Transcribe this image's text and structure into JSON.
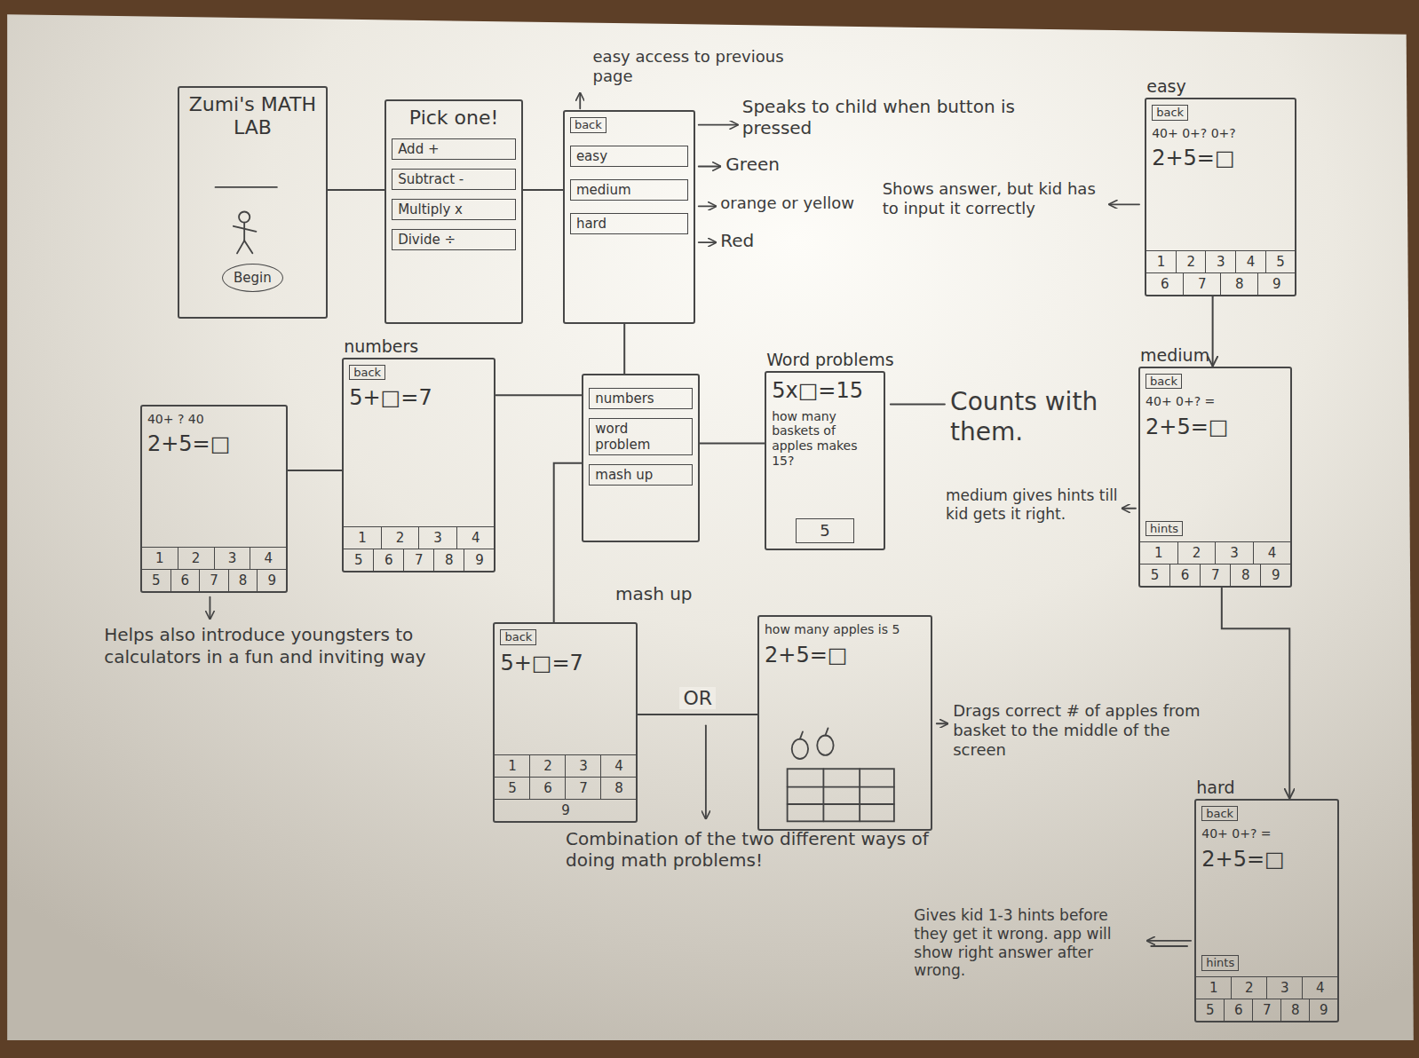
{
  "diagram": {
    "nodes": [
      {
        "text": [
          "Zumi's MATH LAB",
          "Begin"
        ]
      },
      {
        "text": [
          "Pick one!",
          "Add +",
          "Subtract -",
          "Multiply x",
          "Divide ÷"
        ]
      },
      {
        "text": [
          "back",
          "easy",
          "medium",
          "hard"
        ]
      },
      {
        "text": [
          "easy",
          "back",
          "40+ 0+? 0+?",
          "2+5=□",
          "1",
          "2",
          "3",
          "4",
          "5",
          "6",
          "7",
          "8",
          "9"
        ]
      },
      {
        "text": [
          "40+ ? 40",
          "2+5=□",
          "1",
          "2",
          "3",
          "4",
          "5",
          "6",
          "7",
          "8",
          "9"
        ]
      },
      {
        "text": [
          "numbers",
          "back",
          "5+□=7",
          "1",
          "2",
          "3",
          "4",
          "5",
          "6",
          "7",
          "8",
          "9"
        ]
      },
      {
        "text": [
          "numbers",
          "word problem",
          "mash up"
        ]
      },
      {
        "text": [
          "Word problems",
          "5x□=15",
          "how many baskets of apples makes 15?",
          "5"
        ]
      },
      {
        "text": [
          "medium",
          "back",
          "40+ 0+? =",
          "2+5=□",
          "hints",
          "1",
          "2",
          "3",
          "4",
          "5",
          "6",
          "7",
          "8",
          "9"
        ]
      },
      {
        "text": [
          "back",
          "5+□=7",
          "1",
          "2",
          "3",
          "4",
          "5",
          "6",
          "7",
          "8",
          "9"
        ]
      },
      {
        "text": [
          "how many apples is 5",
          "2+5=□"
        ]
      },
      {
        "text": [
          "hard",
          "back",
          "40+ 0+? =",
          "2+5=□",
          "hints",
          "1",
          "2",
          "3",
          "4",
          "5",
          "6",
          "7",
          "8",
          "9"
        ]
      }
    ],
    "edges": [
      {
        "from": 0,
        "to": 1,
        "arrow": "none"
      },
      {
        "from": 1,
        "to": 2,
        "arrow": "none"
      },
      {
        "from": 2,
        "to": 6,
        "arrow": "none"
      },
      {
        "from": 6,
        "to": 5,
        "arrow": "none"
      },
      {
        "from": 5,
        "to": 4,
        "arrow": "none"
      },
      {
        "from": 6,
        "to": 7,
        "arrow": "none"
      },
      {
        "from": 6,
        "to": 9,
        "arrow": "none"
      },
      {
        "from": 3,
        "to": 8,
        "arrow": "to"
      },
      {
        "from": 9,
        "to": 10,
        "label": "OR",
        "arrow": "none"
      },
      {
        "from": 8,
        "to": 11,
        "arrow": "to"
      }
    ],
    "labels": [
      "easy access to previous page",
      "Speaks to child when button is pressed",
      "Green",
      "orange or yellow",
      "Red",
      "Shows answer, but kid has to input it correctly",
      "Counts with them.",
      "medium gives hints till kid gets it right.",
      "Helps also introduce youngsters to calculators in a fun and inviting way",
      "mash up",
      "Drags correct # of apples from basket to the middle of the screen",
      "Combination of the two different ways of doing math problems!",
      "Gives kid 1-3 hints before they get it wrong. app will show right answer after wrong."
    ]
  }
}
